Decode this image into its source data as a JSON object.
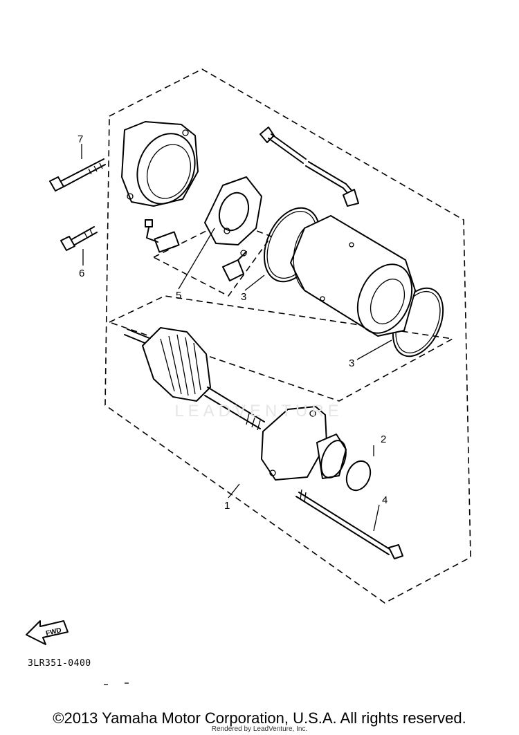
{
  "diagram": {
    "callouts": [
      "7",
      "6",
      "5",
      "3",
      "3",
      "1",
      "2",
      "4"
    ],
    "fwd_label": "FWD",
    "part_code": "3LR351-0400",
    "watermark": "LEADVENTURE"
  },
  "footer": {
    "copyright": "©2013 Yamaha Motor Corporation, U.S.A. All rights reserved.",
    "rendered_by": "Rendered by LeadVenture, Inc."
  }
}
